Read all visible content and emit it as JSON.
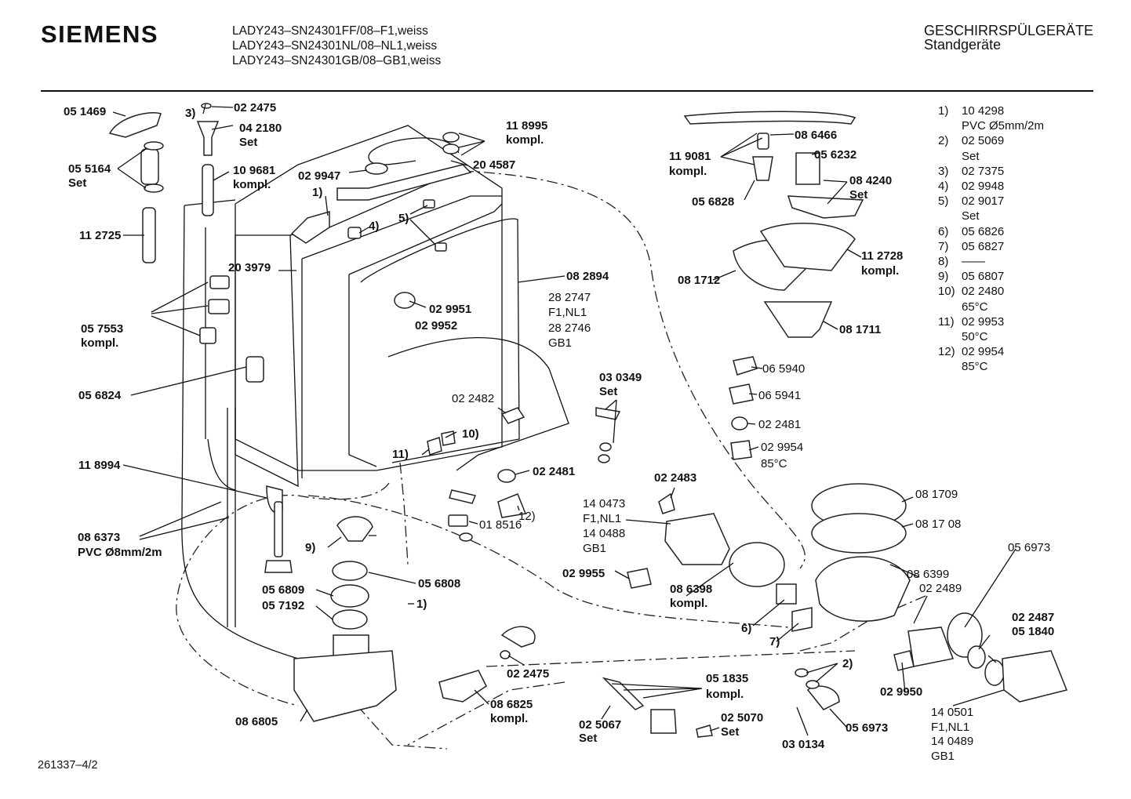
{
  "header": {
    "brand": "SIEMENS",
    "models": [
      "LADY243–SN24301FF/08–F1,weiss",
      "LADY243–SN24301NL/08–NL1,weiss",
      "LADY243–SN24301GB/08–GB1,weiss"
    ],
    "category": "GESCHIRRSPÜLGERÄTE",
    "subcategory": "Standgeräte"
  },
  "footer": {
    "doc_id": "261337–4/2"
  },
  "legend": [
    {
      "num": "1)",
      "lines": [
        "10 4298",
        "PVC Ø5mm/2m"
      ]
    },
    {
      "num": "2)",
      "lines": [
        "02 5069",
        "Set"
      ]
    },
    {
      "num": "3)",
      "lines": [
        "02 7375"
      ]
    },
    {
      "num": "4)",
      "lines": [
        "02 9948"
      ]
    },
    {
      "num": "5)",
      "lines": [
        "02 9017",
        "Set"
      ]
    },
    {
      "num": "6)",
      "lines": [
        "05 6826"
      ]
    },
    {
      "num": "7)",
      "lines": [
        "05 6827"
      ]
    },
    {
      "num": "8)",
      "lines": [
        "——"
      ]
    },
    {
      "num": "9)",
      "lines": [
        "05 6807"
      ]
    },
    {
      "num": "10)",
      "lines": [
        "02 2480",
        "65°C"
      ]
    },
    {
      "num": "11)",
      "lines": [
        "02 9953",
        "50°C"
      ]
    },
    {
      "num": "12)",
      "lines": [
        "02 9954",
        "85°C"
      ]
    }
  ],
  "labels": [
    {
      "text": "05 1469",
      "bold": true
    },
    {
      "text": "3)",
      "bold": true
    },
    {
      "text": "02 2475",
      "bold": true
    },
    {
      "text": "04 2180",
      "bold": true
    },
    {
      "text": "Set",
      "bold": true
    },
    {
      "text": "05 5164",
      "bold": true
    },
    {
      "text": "Set",
      "bold": true
    },
    {
      "text": "10 9681",
      "bold": true
    },
    {
      "text": "kompl.",
      "bold": true
    },
    {
      "text": "11 2725",
      "bold": true
    },
    {
      "text": "20 3979",
      "bold": true
    },
    {
      "text": "05 7553",
      "bold": true
    },
    {
      "text": "kompl.",
      "bold": true
    },
    {
      "text": "05 6824",
      "bold": true
    },
    {
      "text": "11 8994",
      "bold": true
    },
    {
      "text": "08 6373",
      "bold": true
    },
    {
      "text": "PVC Ø8mm/2m",
      "bold": true
    },
    {
      "text": "02 9947",
      "bold": true
    },
    {
      "text": "1)",
      "bold": true
    },
    {
      "text": "4)",
      "bold": true
    },
    {
      "text": "5)",
      "bold": true
    },
    {
      "text": "11 8995",
      "bold": true
    },
    {
      "text": "kompl.",
      "bold": true
    },
    {
      "text": "20 4587",
      "bold": true
    },
    {
      "text": "02 9951",
      "bold": true
    },
    {
      "text": "02 9952",
      "bold": true
    },
    {
      "text": "08 2894",
      "bold": true
    },
    {
      "text": "28 2747",
      "bold": false
    },
    {
      "text": "F1,NL1",
      "bold": false
    },
    {
      "text": "28 2746",
      "bold": false
    },
    {
      "text": "GB1",
      "bold": false
    },
    {
      "text": "02 2482",
      "bold": false
    },
    {
      "text": "10)",
      "bold": true
    },
    {
      "text": "11)",
      "bold": true
    },
    {
      "text": "02 2481",
      "bold": true
    },
    {
      "text": "12)",
      "bold": false
    },
    {
      "text": "01 8516",
      "bold": false
    },
    {
      "text": "03 0349",
      "bold": true
    },
    {
      "text": "Set",
      "bold": true
    },
    {
      "text": "9)",
      "bold": true
    },
    {
      "text": "05 6808",
      "bold": true
    },
    {
      "text": "05 6809",
      "bold": true
    },
    {
      "text": "05 7192",
      "bold": true
    },
    {
      "text": "1)",
      "bold": true
    },
    {
      "text": "02 2475",
      "bold": true
    },
    {
      "text": "08 6825",
      "bold": true
    },
    {
      "text": "kompl.",
      "bold": true
    },
    {
      "text": "08 6805",
      "bold": true
    },
    {
      "text": "05 1835",
      "bold": true
    },
    {
      "text": "kompl.",
      "bold": true
    },
    {
      "text": "02 5067",
      "bold": true
    },
    {
      "text": "Set",
      "bold": true
    },
    {
      "text": "02 5070",
      "bold": true
    },
    {
      "text": "Set",
      "bold": true
    },
    {
      "text": "03 0134",
      "bold": true
    },
    {
      "text": "05 6973",
      "bold": true
    },
    {
      "text": "2)",
      "bold": true
    },
    {
      "text": "02 9950",
      "bold": true
    },
    {
      "text": "02 2483",
      "bold": true
    },
    {
      "text": "14 0473",
      "bold": false
    },
    {
      "text": "F1,NL1",
      "bold": false
    },
    {
      "text": "14 0488",
      "bold": false
    },
    {
      "text": "GB1",
      "bold": false
    },
    {
      "text": "02 9955",
      "bold": true
    },
    {
      "text": "08 6398",
      "bold": true
    },
    {
      "text": "kompl.",
      "bold": true
    },
    {
      "text": "6)",
      "bold": true
    },
    {
      "text": "7)",
      "bold": true
    },
    {
      "text": "08 6399",
      "bold": false
    },
    {
      "text": "02 2489",
      "bold": false
    },
    {
      "text": "05 6973",
      "bold": false
    },
    {
      "text": "02 2487",
      "bold": true
    },
    {
      "text": "05 1840",
      "bold": true
    },
    {
      "text": "14 0501",
      "bold": false
    },
    {
      "text": "F1,NL1",
      "bold": false
    },
    {
      "text": "14 0489",
      "bold": false
    },
    {
      "text": "GB1",
      "bold": false
    },
    {
      "text": "08 1709",
      "bold": false
    },
    {
      "text": "08 17 08",
      "bold": false
    },
    {
      "text": "08 6466",
      "bold": true
    },
    {
      "text": "11 9081",
      "bold": true
    },
    {
      "text": "kompl.",
      "bold": true
    },
    {
      "text": "05 6232",
      "bold": true
    },
    {
      "text": "08 4240",
      "bold": true
    },
    {
      "text": "Set",
      "bold": true
    },
    {
      "text": "05 6828",
      "bold": true
    },
    {
      "text": "08 1712",
      "bold": true
    },
    {
      "text": "11 2728",
      "bold": true
    },
    {
      "text": "kompl.",
      "bold": true
    },
    {
      "text": "08 1711",
      "bold": true
    },
    {
      "text": "06 5940",
      "bold": false
    },
    {
      "text": "06 5941",
      "bold": false
    },
    {
      "text": "02 2481",
      "bold": false
    },
    {
      "text": "02 9954",
      "bold": false
    },
    {
      "text": "85°C",
      "bold": false
    }
  ]
}
